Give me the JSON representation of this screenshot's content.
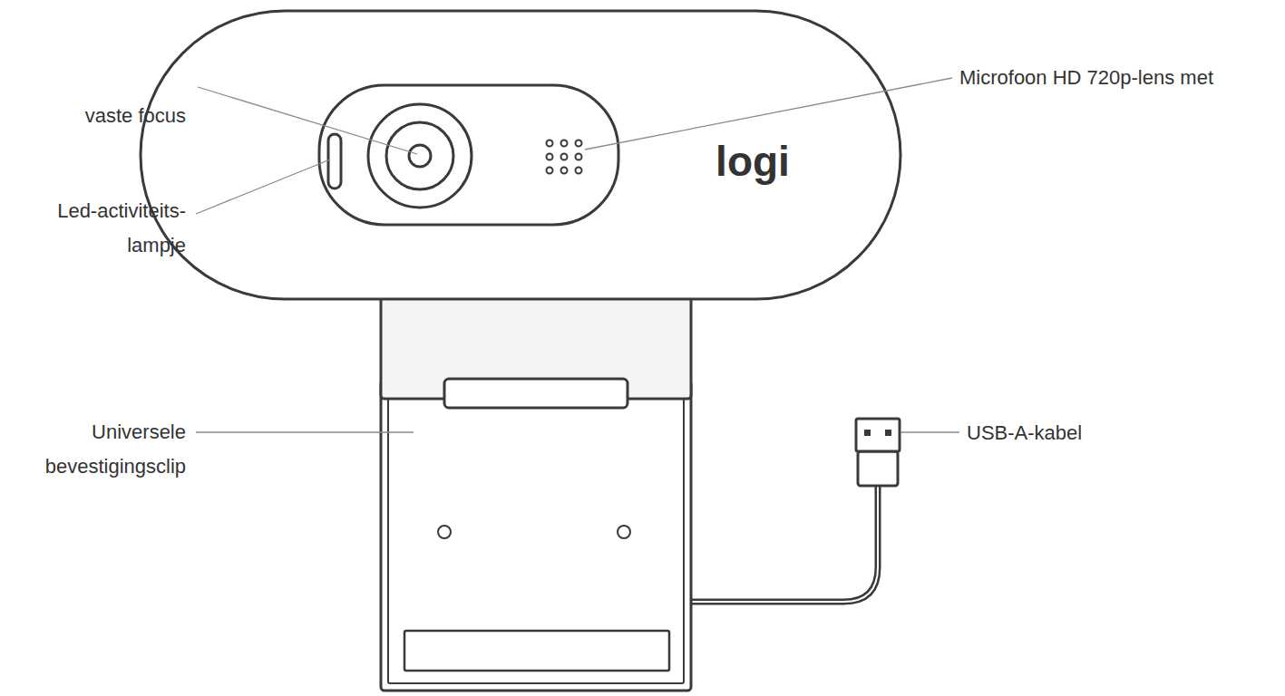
{
  "diagram": {
    "labels": [
      "vaste focus",
      "Led-activiteits- lampje",
      "Microfoon HD 720p-lens met",
      "logi",
      "Universele bevestigingsclip",
      "USB-A-kabel"
    ]
  }
}
